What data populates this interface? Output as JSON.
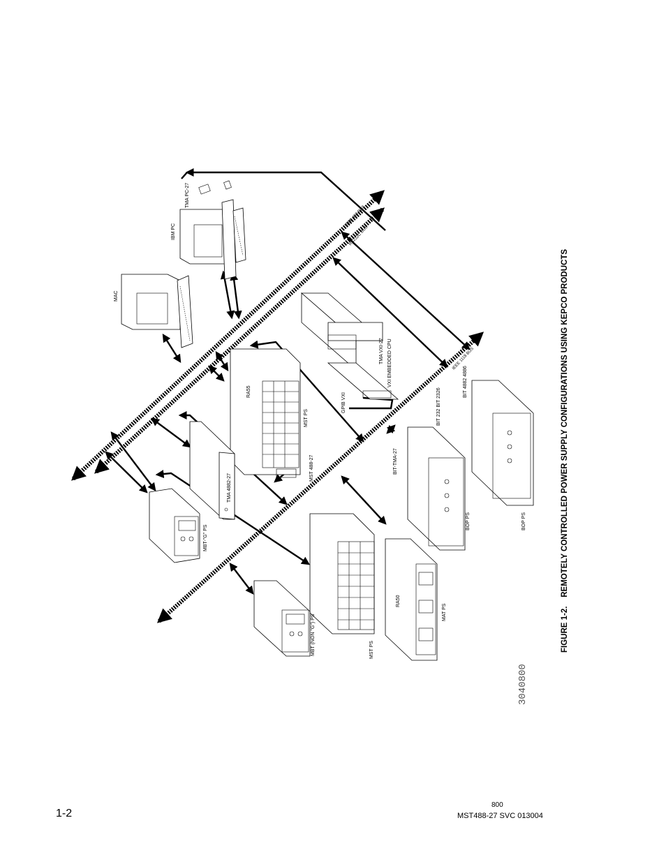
{
  "figure": {
    "caption": "FIGURE 1-2.    REMOTELY CONTROLLED POWER SUPPLY CONFIGURATIONS USING KEPCO PRODUCTS",
    "drawing_number": "3040800"
  },
  "buses": {
    "ieee488": "IEEE 488 BUS",
    "rs232": "RS232C BUS",
    "ieee1118": "IEEE 1118 BUS"
  },
  "devices": {
    "mac": "MAC",
    "ibm_pc": "IBM PC",
    "tma_pc27": "TMA PC-27",
    "vxi_embedded_cpu": "VXI EMBEDDED CPU",
    "tma_vxi27": "TMA VXI-27",
    "gpib_vxi": "GPIB VXI",
    "ra55": "RA55",
    "mst_ps_top": "MST PS",
    "mst_488_27": "MST 488-27",
    "tma_4882_27": "TMA 4882-27",
    "mbt_g_ps": "MBT-\"G\" PS",
    "bit_4882_4886": "BIT 4882 4886",
    "bit_232_2326": "BIT 232 BIT 2326",
    "bit_tma_27": "BIT-TMA-27",
    "bop_ps_1": "BOP PS",
    "bop_ps_2": "BOP PS",
    "ra50": "RA50",
    "mat_ps": "MAT PS",
    "mst_ps_bottom": "MST PS",
    "mbt_non_g_ps": "MBT (NON \"G\") PS"
  },
  "footer": {
    "page_number": "1-2",
    "code": "800",
    "document": "MST488-27 SVC 013004"
  }
}
